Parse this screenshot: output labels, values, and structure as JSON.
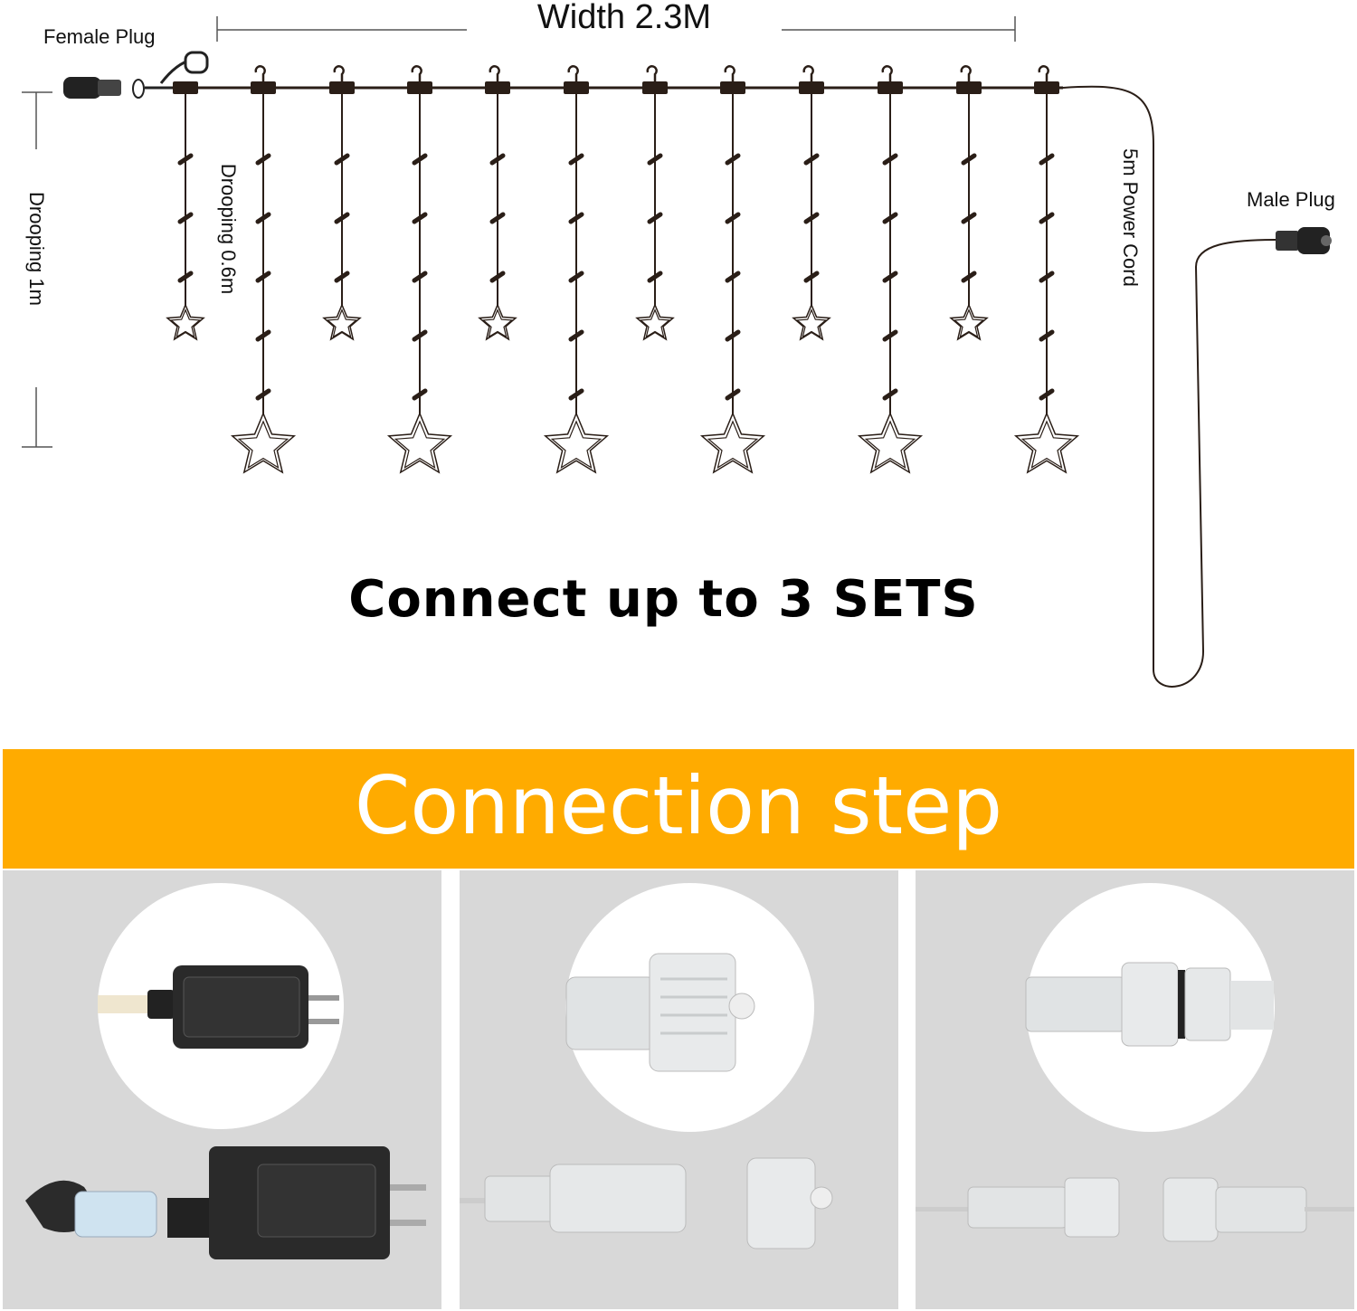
{
  "labels": {
    "width": "Width 2.3M",
    "female_plug": "Female Plug",
    "male_plug": "Male Plug",
    "drooping_1m": "Drooping 1m",
    "drooping_06m": "Drooping 0.6m",
    "power_cord": "5m Power Cord"
  },
  "headline": "Connect up to 3 SETS",
  "banner": {
    "title": "Connection step"
  },
  "steps": [
    {
      "name": "plug-adapter"
    },
    {
      "name": "align-connectors"
    },
    {
      "name": "screw-together"
    }
  ],
  "colors": {
    "banner": "#ffab00",
    "panel": "#d8d8d8",
    "line": "#2a1e17"
  }
}
